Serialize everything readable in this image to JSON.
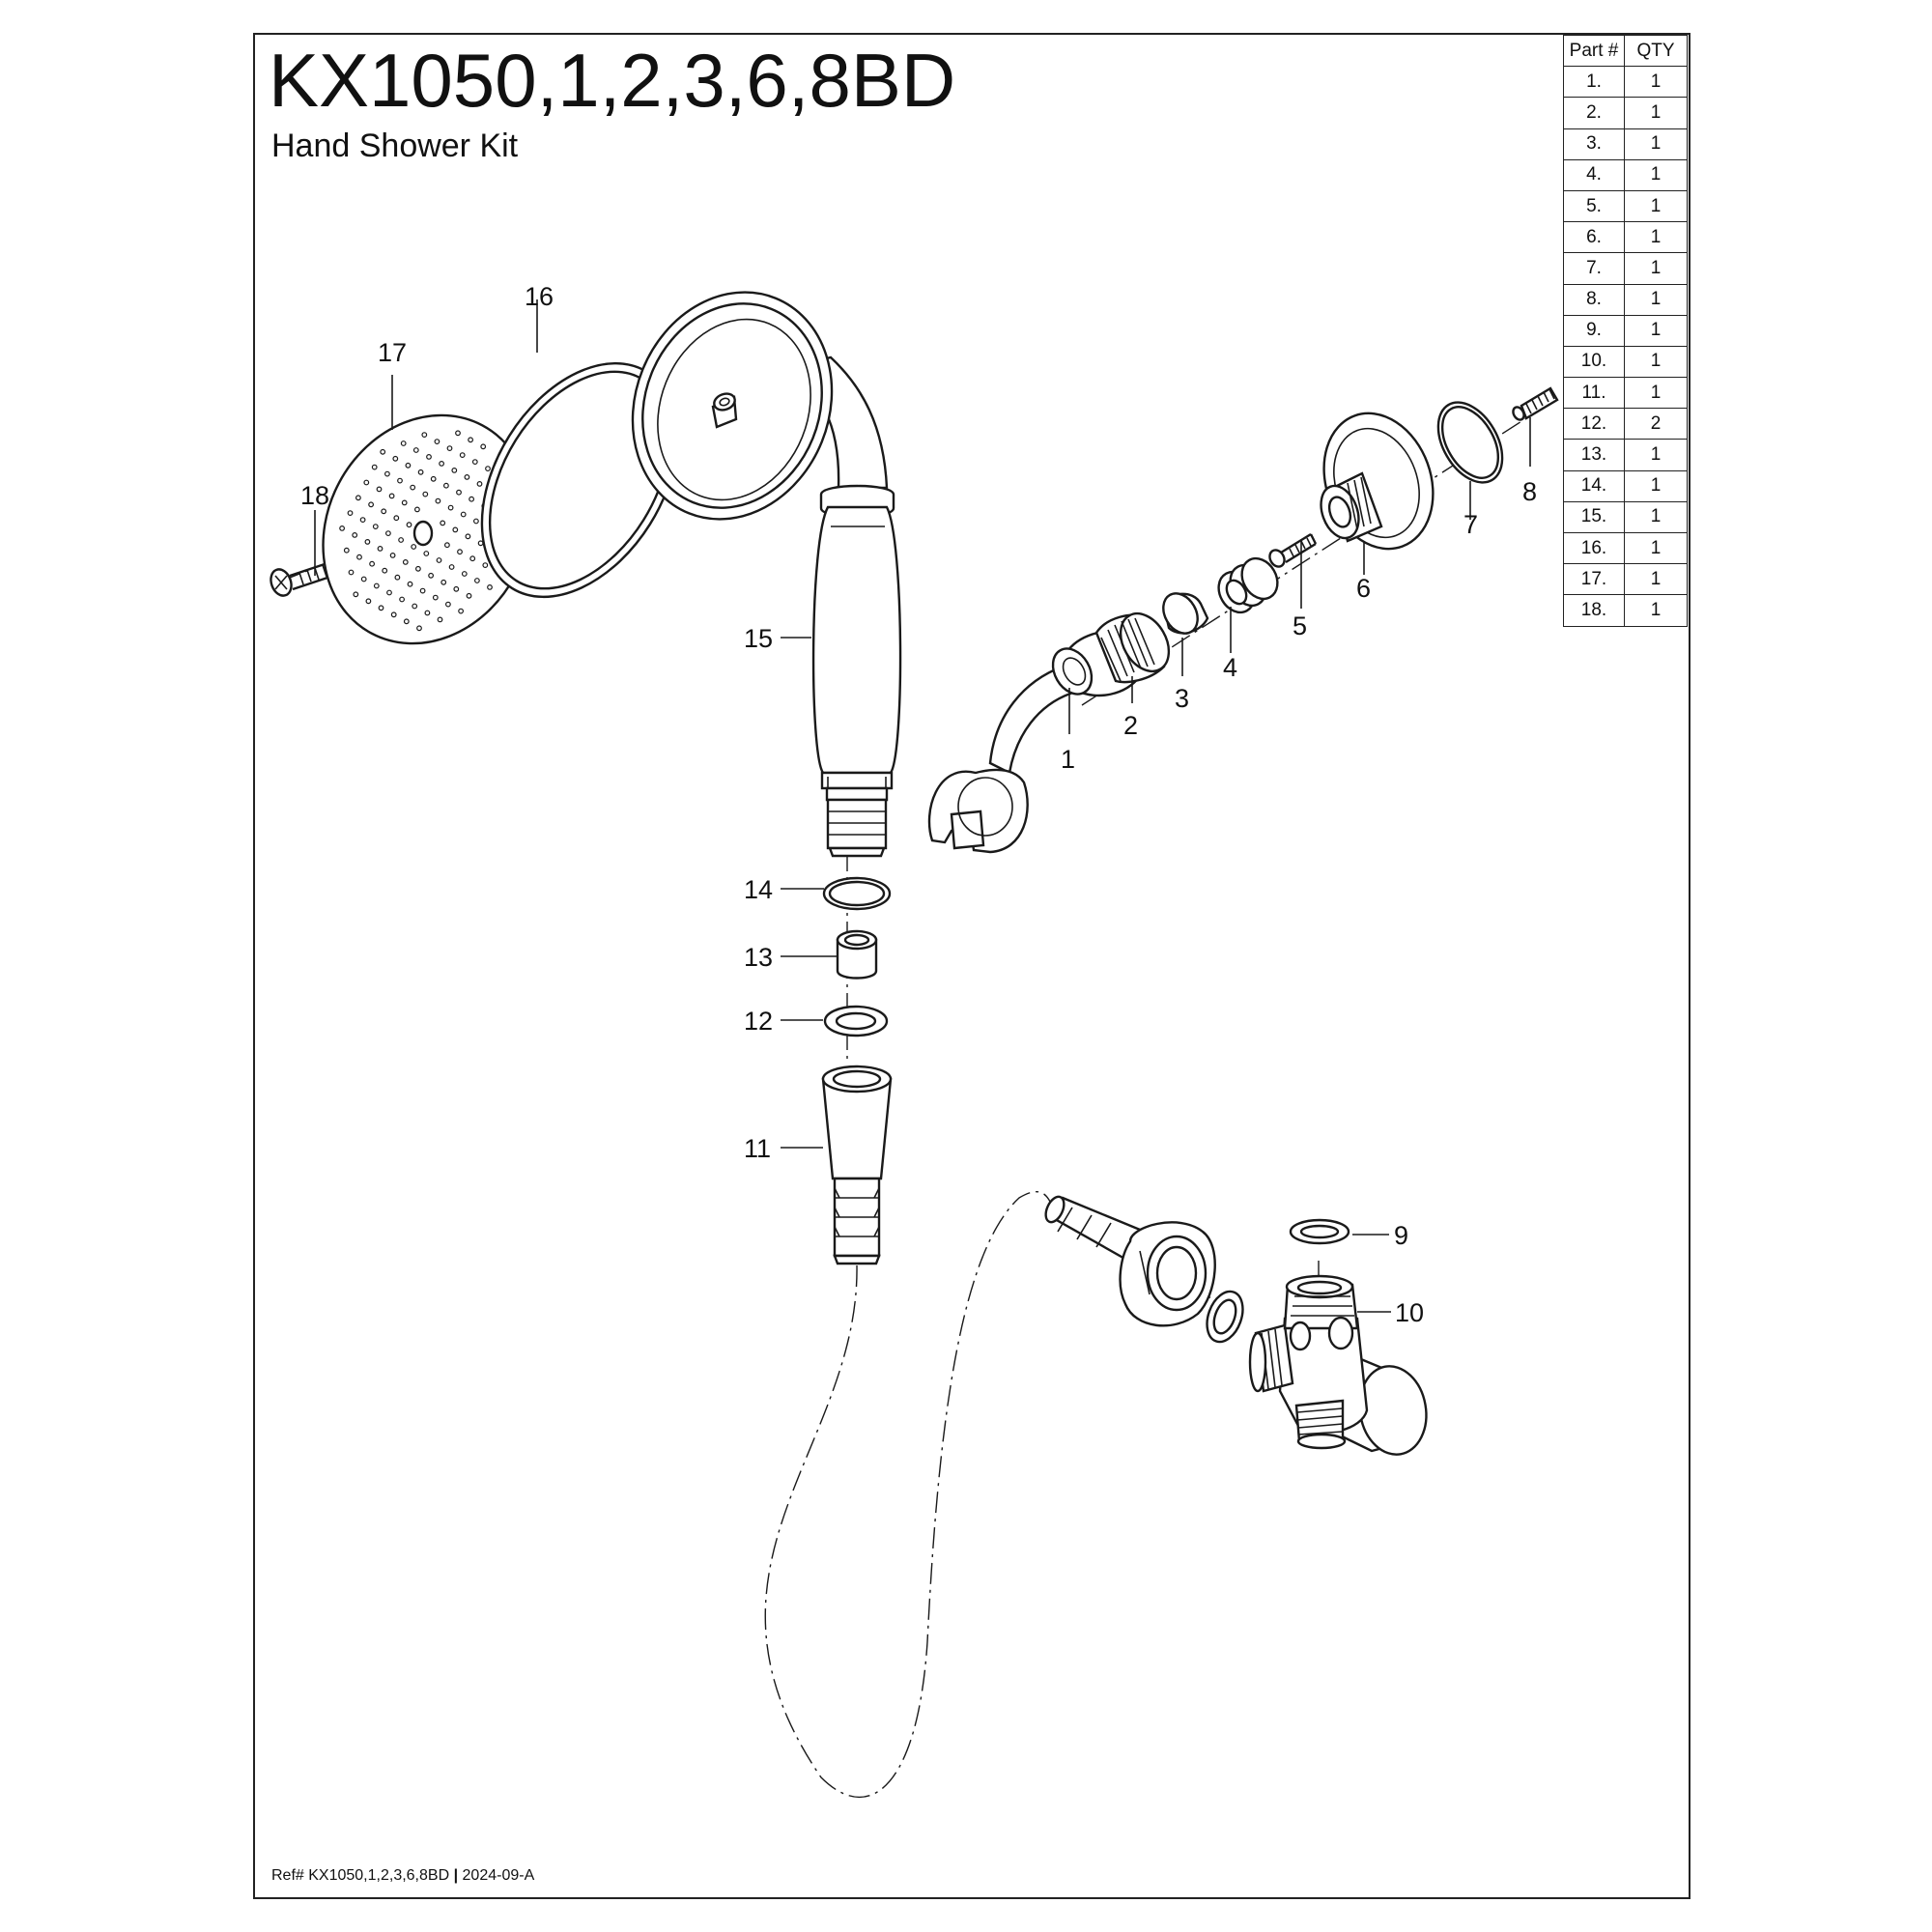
{
  "header": {
    "title": "KX1050,1,2,3,6,8BD",
    "subtitle": "Hand Shower Kit"
  },
  "footer": {
    "ref_prefix": "Ref# KX1050,1,2,3,6,8BD",
    "separator": "|",
    "ref_code": "2024-09-A"
  },
  "parts_table": {
    "headers": [
      "Part #",
      "QTY"
    ],
    "rows": [
      {
        "part": "1.",
        "qty": "1"
      },
      {
        "part": "2.",
        "qty": "1"
      },
      {
        "part": "3.",
        "qty": "1"
      },
      {
        "part": "4.",
        "qty": "1"
      },
      {
        "part": "5.",
        "qty": "1"
      },
      {
        "part": "6.",
        "qty": "1"
      },
      {
        "part": "7.",
        "qty": "1"
      },
      {
        "part": "8.",
        "qty": "1"
      },
      {
        "part": "9.",
        "qty": "1"
      },
      {
        "part": "10.",
        "qty": "1"
      },
      {
        "part": "11.",
        "qty": "1"
      },
      {
        "part": "12.",
        "qty": "2"
      },
      {
        "part": "13.",
        "qty": "1"
      },
      {
        "part": "14.",
        "qty": "1"
      },
      {
        "part": "15.",
        "qty": "1"
      },
      {
        "part": "16.",
        "qty": "1"
      },
      {
        "part": "17.",
        "qty": "1"
      },
      {
        "part": "18.",
        "qty": "1"
      }
    ]
  },
  "callouts": {
    "c1": "1",
    "c2": "2",
    "c3": "3",
    "c4": "4",
    "c5": "5",
    "c6": "6",
    "c7": "7",
    "c8": "8",
    "c9": "9",
    "c10": "10",
    "c11": "11",
    "c12": "12",
    "c13": "13",
    "c14": "14",
    "c15": "15",
    "c16": "16",
    "c17": "17",
    "c18": "18"
  }
}
